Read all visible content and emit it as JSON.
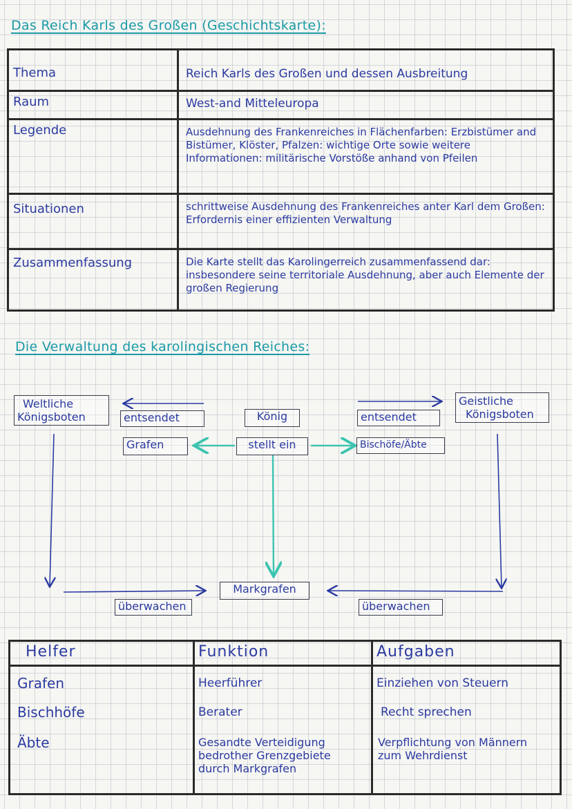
{
  "heading_1": "Das Reich Karls des Großen (Geschichtskarte):",
  "table_1": [
    {
      "label": "Thema",
      "value": "Reich Karls des Großen und dessen Ausbreitung"
    },
    {
      "label": "Raum",
      "value": "West-and Mitteleuropa"
    },
    {
      "label": "Legende",
      "value": "Ausdehnung des Frankenreiches in Flächenfarben: Erzbistümer and Bistümer, Klöster, Pfalzen: wichtige Orte sowie weitere Informationen: militärische Vorstöße anhand von Pfeilen"
    },
    {
      "label": "Situationen",
      "value": "schrittweise Ausdehnung des Frankenreiches anter Karl dem Großen: Erfordernis einer effizienten Verwaltung"
    },
    {
      "label": "Zusammenfassung",
      "value": "Die Karte stellt das Karolingerreich zusammenfassend dar: insbesondere seine territoriale Ausdehnung, aber auch Elemente der großen Regierung"
    }
  ],
  "heading_2": "Die Verwaltung des karolingischen Reiches:",
  "diagram": {
    "weltliche_koenigsboten": [
      "Weltliche",
      "Königsboten"
    ],
    "entsendet_left": "entsendet",
    "koenig": "König",
    "entsendet_right": "entsendet",
    "geistliche_koenigsboten": [
      "Geistliche",
      "Königsboten"
    ],
    "grafen": "Grafen",
    "stellt_ein": "stellt ein",
    "bischoefe_aebte": "Bischöfe/Äbte",
    "markgrafen": "Markgrafen",
    "ueberwachen_left": "überwachen",
    "ueberwachen_right": "überwachen",
    "colors": {
      "arrow_blue": "#2b3aa0",
      "arrow_teal": "#3cc4b0"
    }
  },
  "table_2": {
    "headers": [
      "Helfer",
      "Funktion",
      "Aufgaben"
    ],
    "rows": [
      [
        "Grafen",
        "Heerführer",
        "Einziehen von Steuern"
      ],
      [
        "Bischhöfe",
        "Berater",
        "Recht sprechen"
      ],
      [
        "Äbte",
        "Gesandte Verteidigung bedrother Grenzgebiete durch Markgrafen",
        "Verpflichtung von Männern zum Wehrdienst"
      ]
    ]
  }
}
